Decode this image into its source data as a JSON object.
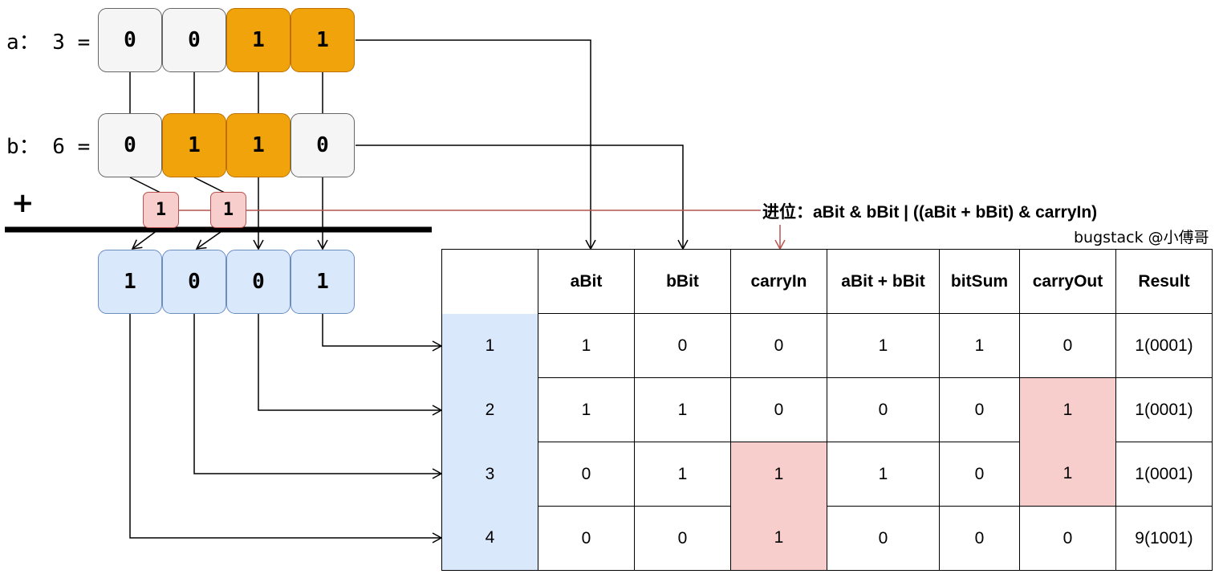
{
  "labels": {
    "a": "a： 3 =",
    "b": "b： 6 =",
    "plus": "+"
  },
  "a_bits": [
    "0",
    "0",
    "1",
    "1"
  ],
  "b_bits": [
    "0",
    "1",
    "1",
    "0"
  ],
  "carry_bits": [
    "1",
    "1"
  ],
  "result_bits": [
    "1",
    "0",
    "0",
    "1"
  ],
  "formula": "进位：aBit & bBit | ((aBit + bBit) & carryIn)",
  "credit": "bugstack @小傅哥",
  "table": {
    "headers": [
      "",
      "aBit",
      "bBit",
      "carryIn",
      "aBit + bBit",
      "bitSum",
      "carryOut",
      "Result"
    ],
    "rows": [
      [
        "1",
        "1",
        "0",
        "0",
        "1",
        "1",
        "0",
        "1(0001)"
      ],
      [
        "2",
        "1",
        "1",
        "0",
        "0",
        "0",
        "1",
        "1(0001)"
      ],
      [
        "3",
        "0",
        "1",
        "1",
        "1",
        "0",
        "1",
        "1(0001)"
      ],
      [
        "4",
        "0",
        "0",
        "1",
        "0",
        "0",
        "0",
        "9(1001)"
      ]
    ]
  },
  "colors": {
    "orange": "#f0a30a",
    "gray": "#f5f5f5",
    "blue": "#dae8fc",
    "pink": "#f8cecc",
    "carry_line": "#b85450"
  }
}
